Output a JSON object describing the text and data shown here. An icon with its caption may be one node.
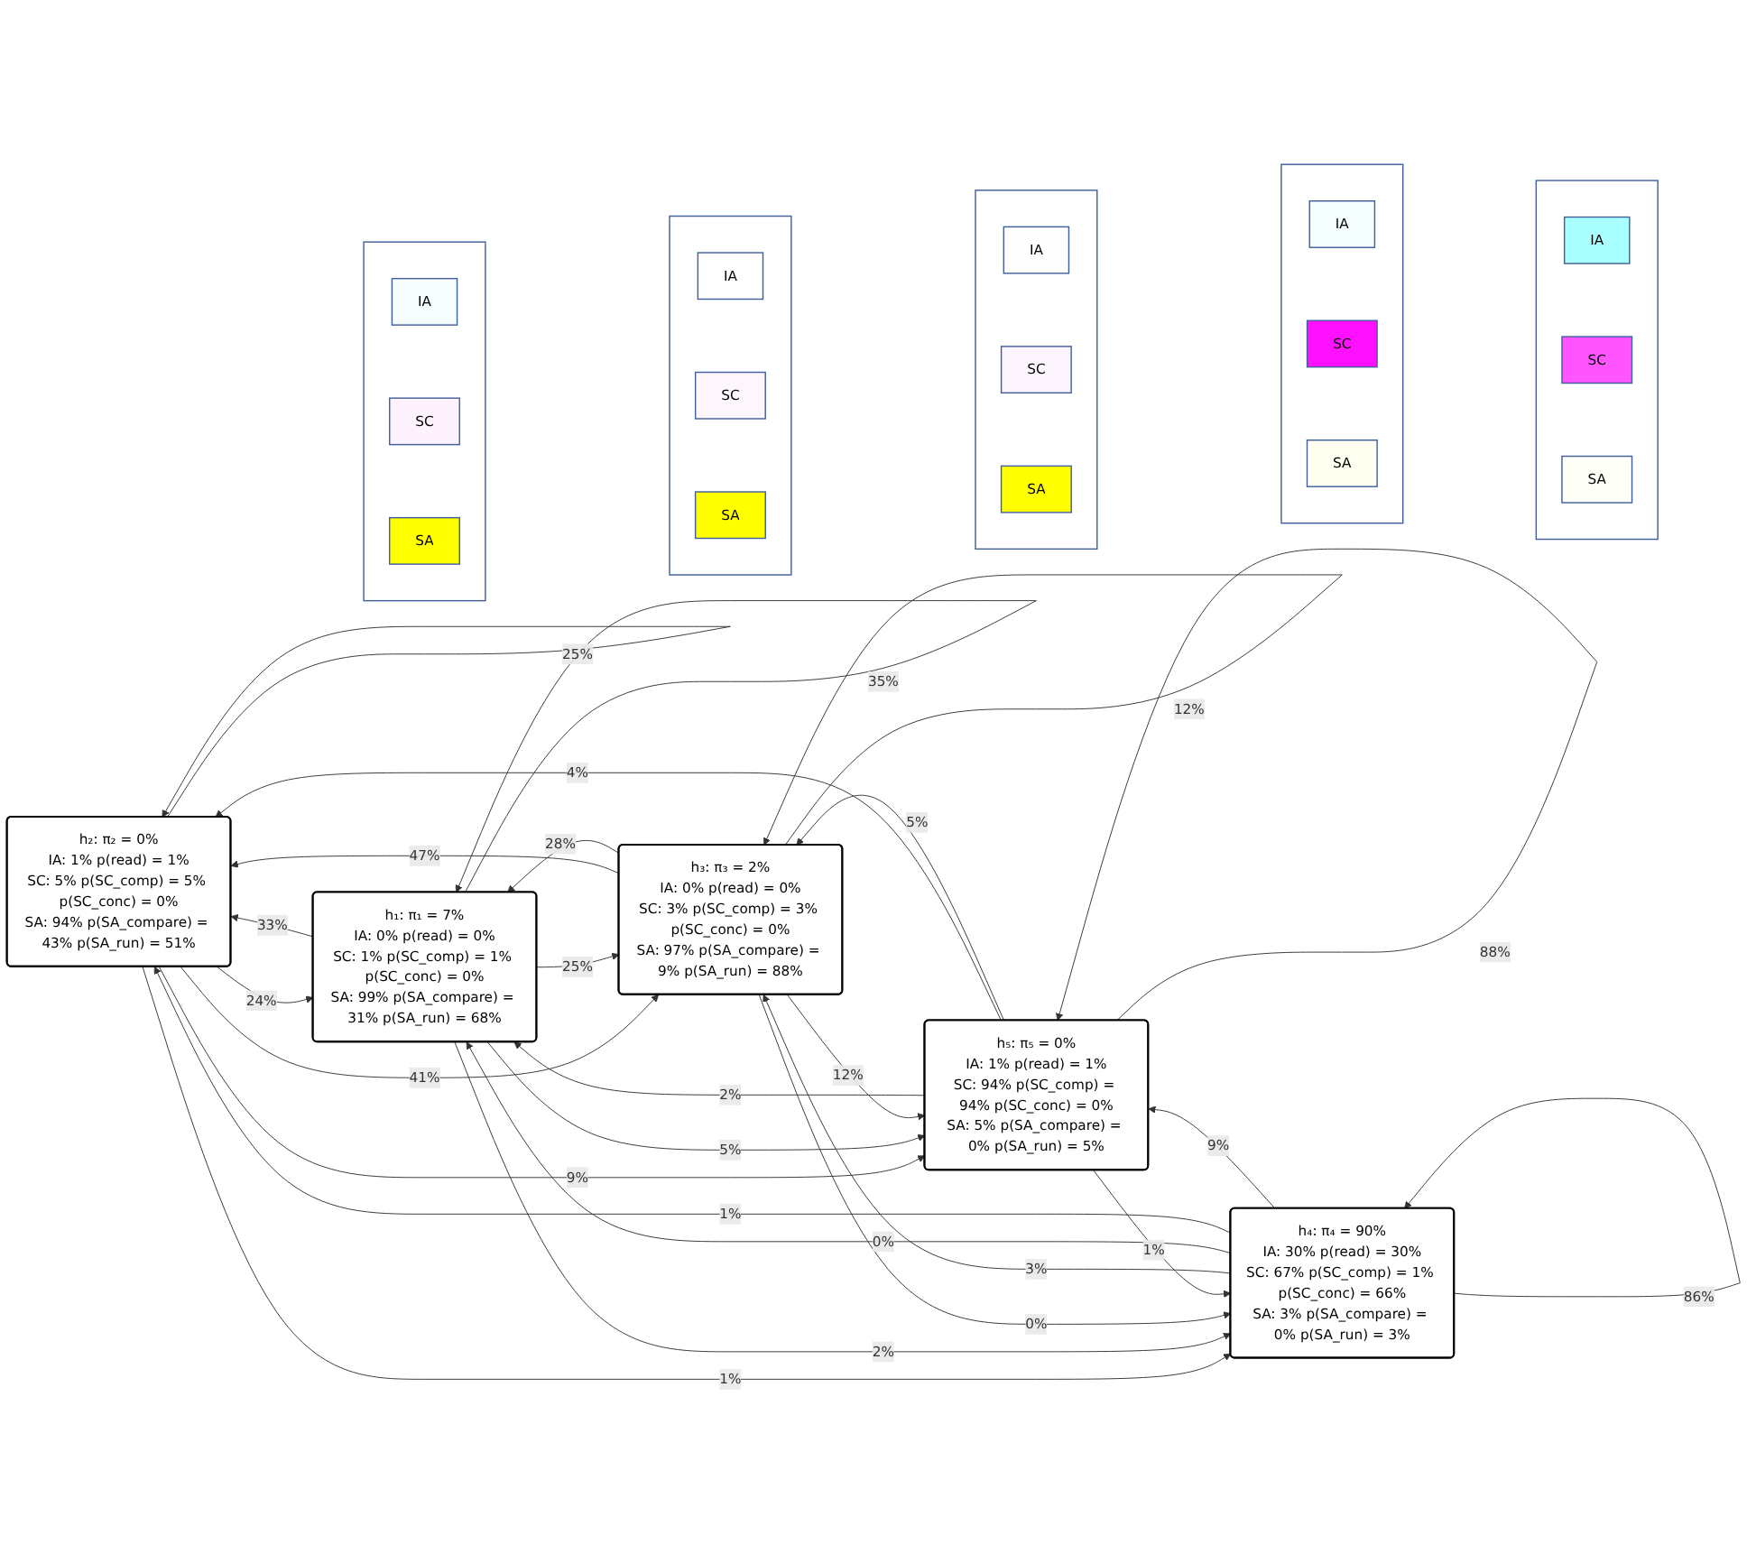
{
  "diagram": {
    "nodes": [
      {
        "text": [
          "h₂: π₂ = 0%",
          "IA: 1% p(read) = 1%",
          "SC: 5% p(SC_comp) = 5% p(SC_conc) = 0%",
          "SA: 94% p(SA_compare) = 43% p(SA_run) = 51%"
        ]
      },
      {
        "text": [
          "h₁: π₁ = 7%",
          "IA: 0% p(read) = 0%",
          "SC: 1% p(SC_comp) = 1% p(SC_conc) = 0%",
          "SA: 99% p(SA_compare) = 31% p(SA_run) = 68%"
        ]
      },
      {
        "text": [
          "h₃: π₃ = 2%",
          "IA: 0% p(read) = 0%",
          "SC: 3% p(SC_comp) = 3% p(SC_conc) = 0%",
          "SA: 97% p(SA_compare) = 9% p(SA_run) = 88%"
        ]
      },
      {
        "text": [
          "h₅: π₅ = 0%",
          "IA: 1% p(read) = 1%",
          "SC: 94% p(SC_comp) = 94% p(SC_conc) = 0%",
          "SA: 5% p(SA_compare) = 0% p(SA_run) = 5%"
        ]
      },
      {
        "text": [
          "h₄: π₄ = 90%",
          "IA: 30% p(read) = 30%",
          "SC: 67% p(SC_comp) = 1% p(SC_conc) = 66%",
          "SA: 3% p(SA_compare) = 0% p(SA_run) = 3%"
        ]
      },
      {
        "text": [],
        "shape": "box"
      },
      {
        "text": [
          "IA"
        ],
        "in": 5
      },
      {
        "text": [
          "SC"
        ],
        "in": 5
      },
      {
        "text": [
          "SA"
        ],
        "in": 5
      },
      {
        "text": [],
        "shape": "box"
      },
      {
        "text": [
          "IA"
        ],
        "in": 9
      },
      {
        "text": [
          "SC"
        ],
        "in": 9
      },
      {
        "text": [
          "SA"
        ],
        "in": 9
      },
      {
        "text": [],
        "shape": "box"
      },
      {
        "text": [
          "IA"
        ],
        "in": 13
      },
      {
        "text": [
          "SC"
        ],
        "in": 13
      },
      {
        "text": [
          "SA"
        ],
        "in": 13
      },
      {
        "text": [],
        "shape": "box"
      },
      {
        "text": [
          "IA"
        ],
        "in": 17
      },
      {
        "text": [
          "SC"
        ],
        "in": 17
      },
      {
        "text": [
          "SA"
        ],
        "in": 17
      },
      {
        "text": [],
        "shape": "box"
      },
      {
        "text": [
          "IA"
        ],
        "in": 21
      },
      {
        "text": [
          "SC"
        ],
        "in": 21
      },
      {
        "text": [
          "SA"
        ],
        "in": 21
      }
    ],
    "edges": [
      {
        "from": 0,
        "to": 0,
        "arrow": "to",
        "label": "25%"
      },
      {
        "from": 1,
        "to": 1,
        "arrow": "to",
        "label": "35%"
      },
      {
        "from": 2,
        "to": 2,
        "arrow": "to",
        "label": "12%"
      },
      {
        "from": 1,
        "to": 0,
        "arrow": "to",
        "label": "33%"
      },
      {
        "from": 0,
        "to": 1,
        "arrow": "to",
        "label": "24%"
      },
      {
        "from": 0,
        "to": 2,
        "arrow": "to",
        "label": "41%"
      },
      {
        "from": 2,
        "to": 0,
        "arrow": "to",
        "label": "47%"
      },
      {
        "from": 1,
        "to": 2,
        "arrow": "to",
        "label": "25%"
      },
      {
        "from": 2,
        "to": 1,
        "arrow": "to",
        "label": "28%"
      },
      {
        "from": 0,
        "to": 3,
        "arrow": "to",
        "label": "9%"
      },
      {
        "from": 0,
        "to": 4,
        "arrow": "to",
        "label": "1%"
      },
      {
        "from": 1,
        "to": 4,
        "arrow": "to",
        "label": "2%"
      },
      {
        "from": 1,
        "to": 3,
        "arrow": "to",
        "label": "5%"
      },
      {
        "from": 2,
        "to": 3,
        "arrow": "to",
        "label": "12%"
      },
      {
        "from": 2,
        "to": 4,
        "arrow": "to",
        "label": "0%"
      },
      {
        "from": 4,
        "to": 2,
        "arrow": "to",
        "label": "3%"
      },
      {
        "from": 3,
        "to": 1,
        "arrow": "to",
        "label": "2%"
      },
      {
        "from": 3,
        "to": 0,
        "arrow": "to",
        "label": "4%"
      },
      {
        "from": 3,
        "to": 2,
        "arrow": "to",
        "label": "5%"
      },
      {
        "from": 4,
        "to": 1,
        "arrow": "to",
        "label": "0%"
      },
      {
        "from": 4,
        "to": 0,
        "arrow": "to",
        "label": "1%"
      },
      {
        "from": 3,
        "to": 4,
        "arrow": "to",
        "label": "1%"
      },
      {
        "from": 4,
        "to": 3,
        "arrow": "to",
        "label": "9%"
      },
      {
        "from": 3,
        "to": 3,
        "arrow": "to",
        "label": "88%"
      },
      {
        "from": 4,
        "to": 4,
        "arrow": "to",
        "label": "86%"
      }
    ]
  }
}
